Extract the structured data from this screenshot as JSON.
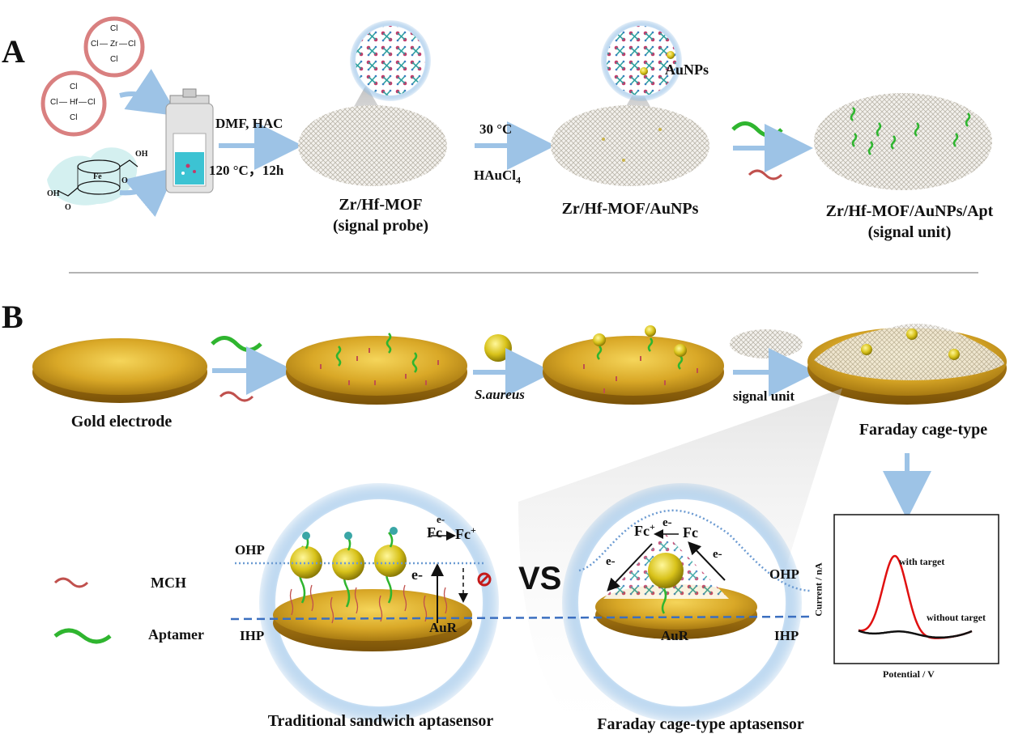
{
  "panel_a": {
    "letter": "A",
    "zr_cl": "Cl",
    "zr_center": "Zr",
    "hf_cl": "Cl",
    "hf_center": "Hf",
    "fe_center": "Fe",
    "oh_left": "OH",
    "oh_right": "OH",
    "o_left": "O",
    "o_right": "O",
    "cond1_top": "DMF, HAC",
    "cond1_bottom": "120 °C，12h",
    "cond2_top": "30 °C",
    "cond2_bottom": "HAuCl",
    "cond2_sub": "4",
    "aunps": "AuNPs",
    "cap1_line1": "Zr/Hf-MOF",
    "cap1_line2": "(signal probe)",
    "cap2": "Zr/Hf-MOF/AuNPs",
    "cap3_line1": "Zr/Hf-MOF/AuNPs/Apt",
    "cap3_line2": "(signal unit)"
  },
  "panel_b": {
    "letter": "B",
    "gold_electrode": "Gold electrode",
    "s_aureus": "S.aureus",
    "signal_unit": "signal unit",
    "faraday_cage": "Faraday cage-type",
    "ohp": "OHP",
    "ihp": "IHP",
    "aur": "AuR",
    "e_minus": "e-",
    "fc": "Fc",
    "fc_plus": "Fc",
    "plus": "+",
    "vs": "VS",
    "mch": "MCH",
    "aptamer": "Aptamer",
    "trad_caption": "Traditional sandwich aptasensor",
    "faraday_caption": "Faraday cage-type aptasensor"
  },
  "voltammogram": {
    "ylabel": "Current / nA",
    "xlabel": "Potential / V",
    "with_target": "with target",
    "without_target": "without target",
    "colors": {
      "with_target": "#e01010",
      "without_target": "#111111"
    }
  },
  "colors": {
    "arrow": "#9dc3e6",
    "gold": "#d9a827",
    "halo": "#9cc4e8",
    "ring": "#d98080",
    "aptamer": "#2fb52f",
    "mch": "#c0504d"
  }
}
